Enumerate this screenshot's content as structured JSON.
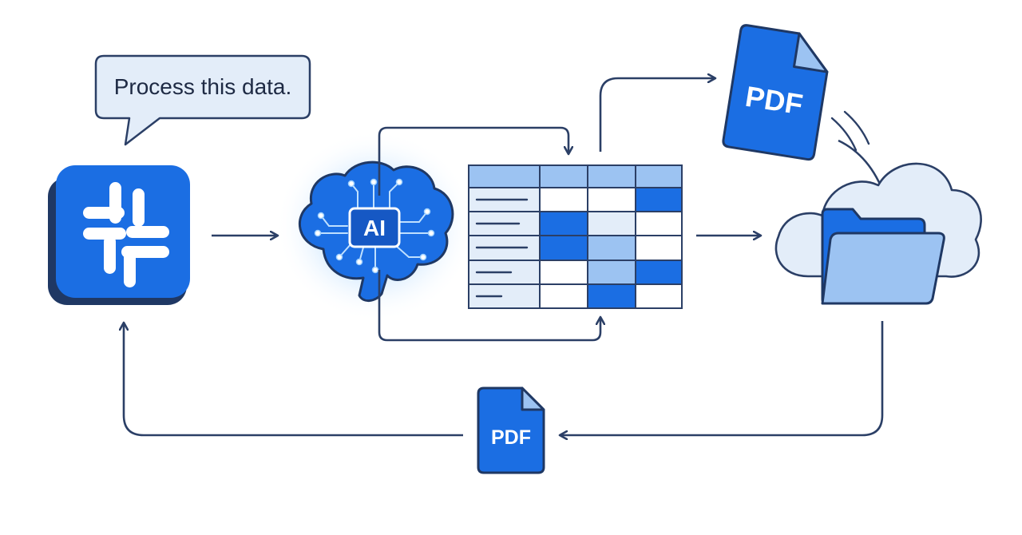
{
  "chat_bubble": {
    "text": "Process this data."
  },
  "ai_chip": {
    "label": "AI"
  },
  "pdf_output": {
    "label": "PDF"
  },
  "pdf_return": {
    "label": "PDF"
  },
  "icons": {
    "messaging_app": "slack-logo-icon",
    "ai": "ai-brain-icon",
    "table": "spreadsheet-table-icon",
    "storage": "cloud-folder-icon",
    "document": "pdf-file-icon"
  },
  "colors": {
    "primary_blue": "#1b6ee3",
    "dark_navy": "#1f3864",
    "light_blue": "#e3edf9",
    "mid_blue": "#9cc3f2",
    "line": "#2b3f66"
  }
}
